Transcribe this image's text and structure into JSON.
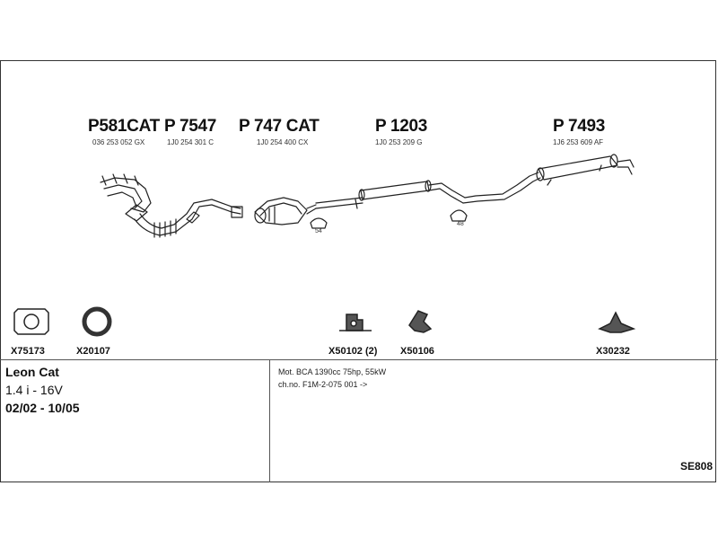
{
  "parts": [
    {
      "code": "P581CAT",
      "oem": "036 253 052 GX"
    },
    {
      "code": "P 7547",
      "oem": "1J0 254 301 C"
    },
    {
      "code": "P 747 CAT",
      "oem": "1J0 254 400 CX"
    },
    {
      "code": "P 1203",
      "oem": "1J0 253 209 G"
    },
    {
      "code": "P 7493",
      "oem": "1J6 253 609 AF"
    }
  ],
  "hanger_numbers": [
    "54",
    "48"
  ],
  "accessories": [
    "X75173",
    "X20107",
    "X50102 (2)",
    "X50106",
    "X30232"
  ],
  "vehicle": {
    "model": "Leon Cat",
    "engine": "1.4 i - 16V",
    "years": "02/02 - 10/05"
  },
  "details": {
    "motor": "Mot. BCA 1390cc 75hp, 55kW",
    "chassis": "ch.no. F1M-2-075 001 ->"
  },
  "reference": "SE808"
}
